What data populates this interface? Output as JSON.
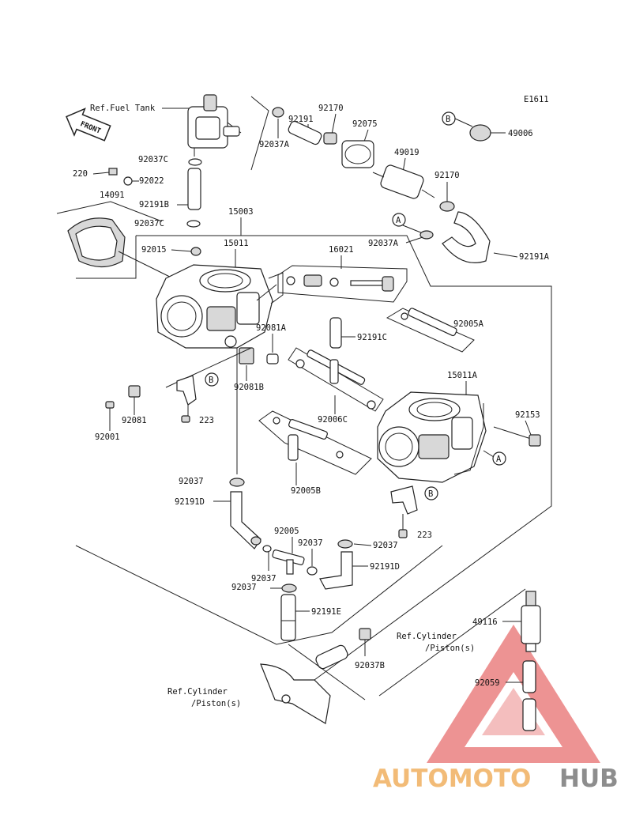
{
  "diagram_code": "E1611",
  "front_label": "FRONT",
  "refs": {
    "fuel_tank": "Ref.Fuel Tank",
    "cyl_right_l1": "Ref.Cylinder",
    "cyl_right_l2": "/Piston(s)",
    "cyl_left_l1": "Ref.Cylinder",
    "cyl_left_l2": "/Piston(s)"
  },
  "callouts": {
    "A": "A",
    "B": "B"
  },
  "parts": {
    "p92037C_a": "92037C",
    "p220": "220",
    "p92022": "92022",
    "p14091": "14091",
    "p92191B": "92191B",
    "p92037C_b": "92037C",
    "p15003": "15003",
    "p92015": "92015",
    "p15011": "15011",
    "p16021": "16021",
    "p92191": "92191",
    "p92170_a": "92170",
    "p92075": "92075",
    "p92037A_a": "92037A",
    "p49019": "49019",
    "p92170_b": "92170",
    "p92037A_b": "92037A",
    "p92191A": "92191A",
    "p49006": "49006",
    "p92005A": "92005A",
    "p92081A": "92081A",
    "p92191C": "92191C",
    "p92081B": "92081B",
    "p92081": "92081",
    "p92001": "92001",
    "p223_a": "223",
    "p92006C": "92006C",
    "p15011A": "15011A",
    "p92153": "92153",
    "p92005B": "92005B",
    "p92037_a": "92037",
    "p92191D_a": "92191D",
    "p223_b": "223",
    "p92005": "92005",
    "p92037_b": "92037",
    "p92037_c": "92037",
    "p92191D_b": "92191D",
    "p92037_d": "92037",
    "p92037_e": "92037",
    "p92191E": "92191E",
    "p92037B": "92037B",
    "p49116": "49116",
    "p92059": "92059"
  },
  "watermark": {
    "part1": "AUTOMOTO",
    "part2": "HUB"
  },
  "colors": {
    "watermark_orange": "#f0b060",
    "watermark_red": "#e85a5a",
    "watermark_gray": "#7a7a7a"
  }
}
